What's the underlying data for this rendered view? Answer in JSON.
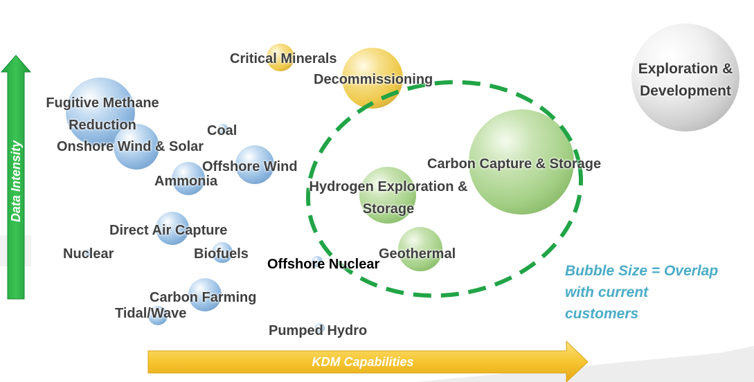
{
  "chart_data": {
    "type": "bubble",
    "x_axis_label": "KDM Capabilities",
    "y_axis_label": "Data Intensity",
    "size_legend": "Bubble Size = Overlap with current customers",
    "highlight": "Carbon Capture & Storage, Hydrogen Exploration & Storage, Geothermal, Offshore Nuclear",
    "bubbles": [
      {
        "label": "Exploration & Development",
        "color": "#d0d0d0"
      },
      {
        "label": "Critical Minerals",
        "color": "#f2d35a"
      },
      {
        "label": "Decommissioning",
        "color": "#f2d35a"
      },
      {
        "label": "Fugitive Methane Reduction",
        "color": "#9cc3e6"
      },
      {
        "label": "Coal",
        "color": "#9cc3e6"
      },
      {
        "label": "Onshore Wind & Solar",
        "color": "#9cc3e6"
      },
      {
        "label": "Offshore Wind",
        "color": "#9cc3e6"
      },
      {
        "label": "Ammonia",
        "color": "#9cc3e6"
      },
      {
        "label": "Carbon Capture & Storage",
        "color": "#a9d18e"
      },
      {
        "label": "Hydrogen Exploration & Storage",
        "color": "#a9d18e"
      },
      {
        "label": "Geothermal",
        "color": "#a9d18e"
      },
      {
        "label": "Direct Air Capture",
        "color": "#9cc3e6"
      },
      {
        "label": "Nuclear",
        "color": "#9cc3e6"
      },
      {
        "label": "Biofuels",
        "color": "#9cc3e6"
      },
      {
        "label": "Offshore Nuclear",
        "color": "#9cc3e6"
      },
      {
        "label": "Carbon Farming",
        "color": "#9cc3e6"
      },
      {
        "label": "Tidal/Wave",
        "color": "#9cc3e6"
      },
      {
        "label": "Pumped Hydro",
        "color": "#9cc3e6"
      }
    ]
  }
}
